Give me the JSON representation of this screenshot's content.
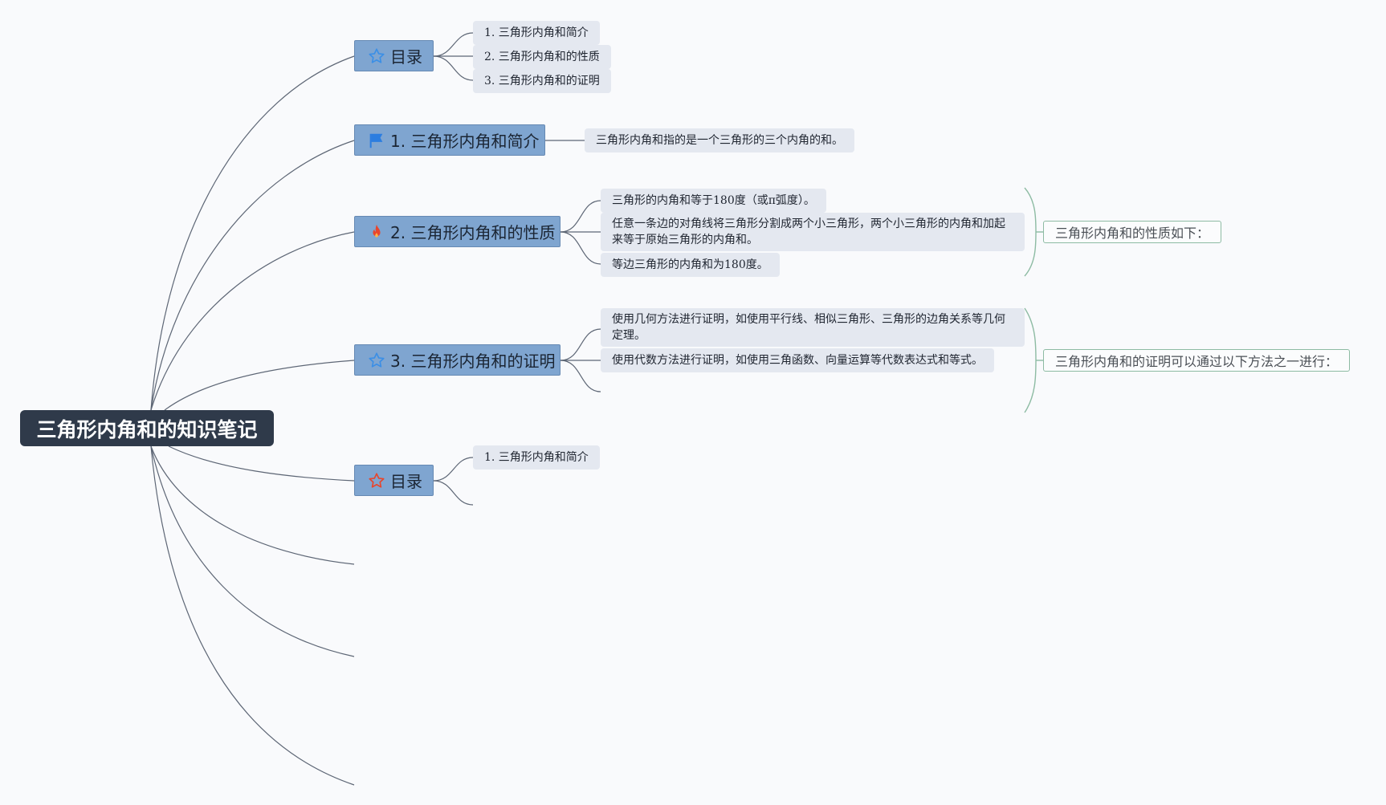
{
  "root": {
    "title": "三角形内角和的知识笔记"
  },
  "topics": [
    {
      "label": "目录",
      "icon": "star-outline-icon",
      "icon_color": "#3b8fe6",
      "children": [
        "1. 三角形内角和简介",
        "2. 三角形内角和的性质",
        "3. 三角形内角和的证明"
      ]
    },
    {
      "label": "1. 三角形内角和简介",
      "icon": "flag-icon",
      "icon_color": "#2b7de0",
      "children": [
        "三角形内角和指的是一个三角形的三个内角的和。"
      ]
    },
    {
      "label": "2. 三角形内角和的性质",
      "icon": "fire-icon",
      "icon_color": "#e8452c",
      "children": [
        "三角形的内角和等于180度（或π弧度）。",
        "任意一条边的对角线将三角形分割成两个小三角形，两个小三角形的内角和加起来等于原始三角形的内角和。",
        "等边三角形的内角和为180度。"
      ],
      "summary": "三角形内角和的性质如下："
    },
    {
      "label": "3. 三角形内角和的证明",
      "icon": "star-outline-icon",
      "icon_color": "#3b8fe6",
      "children": [
        "使用几何方法进行证明，如使用平行线、相似三角形、三角形的边角关系等几何定理。",
        "使用代数方法进行证明，如使用三角函数、向量运算等代数表达式和等式。"
      ],
      "summary": "三角形内角和的证明可以通过以下方法之一进行："
    },
    {
      "label": "目录",
      "icon": "star-outline-red-icon",
      "icon_color": "#e8452c",
      "children": [
        "1. 三角形内角和简介"
      ]
    }
  ],
  "colors": {
    "root_bg": "#2f3a4a",
    "topic_bg": "#7fa5d0",
    "subtopic_bg": "#e4e8f0",
    "connector": "#5d6675",
    "summary_border": "#8dbba3"
  }
}
